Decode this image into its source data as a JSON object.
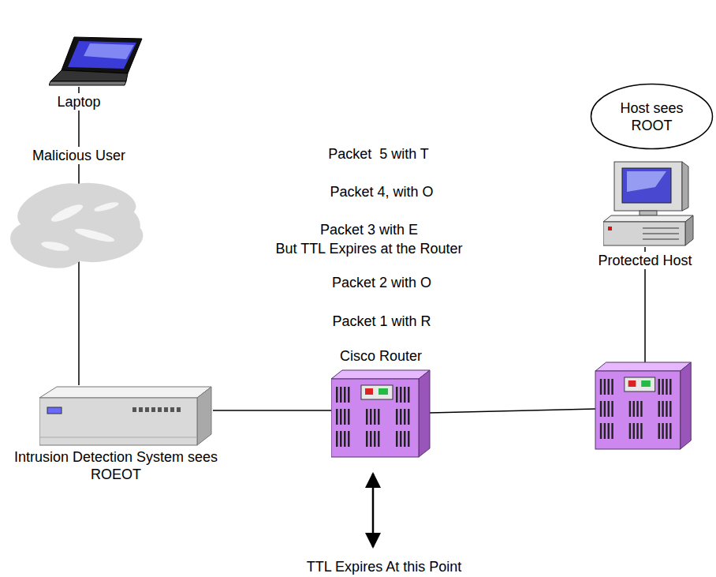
{
  "diagram": {
    "nodes": [
      {
        "text": [
          "Laptop"
        ]
      },
      {
        "text": [
          "Intrusion Detection System sees ROEOT"
        ]
      },
      {
        "text": [
          "Cisco Router"
        ]
      },
      {
        "text": [
          "Protected Host"
        ]
      },
      {
        "text": [
          "Host sees ROOT"
        ]
      }
    ],
    "edges": [
      {
        "from": 0,
        "to": 1,
        "arrow": "none"
      },
      {
        "from": 1,
        "to": 2,
        "arrow": "none"
      }
    ],
    "labels": [
      "Malicious User",
      "Packet  5 with T",
      "Packet 4, with O",
      "Packet 3 with E",
      "But TTL Expires at the Router",
      "Packet 2 with O",
      "Packet 1 with R",
      "TTL Expires At this Point"
    ]
  }
}
